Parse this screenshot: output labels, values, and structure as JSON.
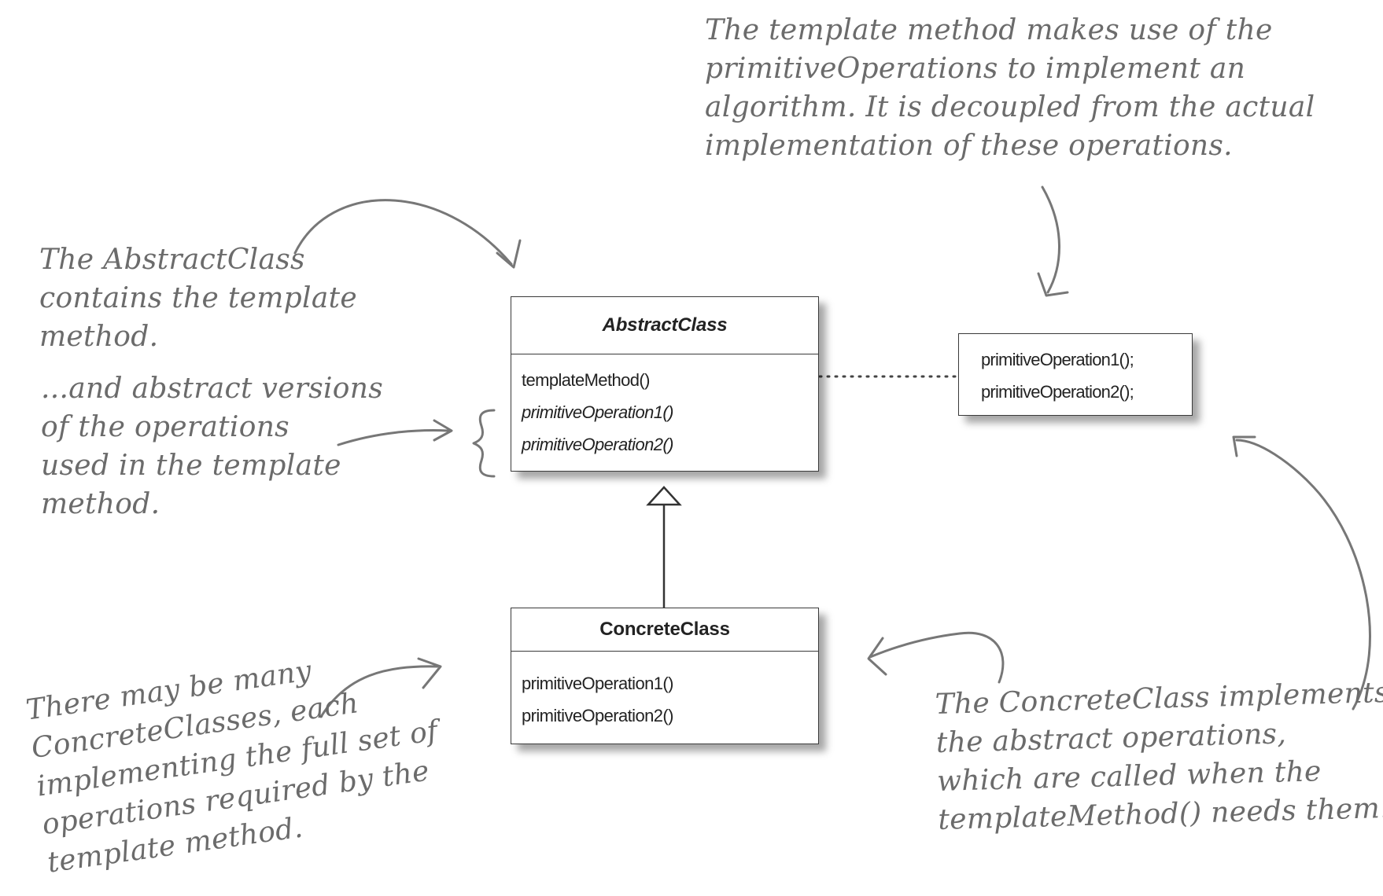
{
  "annotations": {
    "top_right": [
      "The template method makes use of the",
      "primitiveOperations to implement an",
      "algorithm. It is decoupled from the actual",
      "implementation of these operations."
    ],
    "left_top": [
      "The AbstractClass",
      "contains the template",
      "method."
    ],
    "left_middle": [
      "...and abstract versions",
      "of the operations",
      "used in the template",
      "method."
    ],
    "bottom_left": [
      "There may be many",
      "ConcreteClasses, each",
      "implementing the full set of",
      "operations required by the",
      "template method."
    ],
    "bottom_right": [
      "The ConcreteClass implements",
      "the abstract operations,",
      "which are called when the",
      "templateMethod() needs them."
    ]
  },
  "abstract_class": {
    "name": "AbstractClass",
    "operations": [
      {
        "label": "templateMethod()",
        "abstract": false
      },
      {
        "label": "primitiveOperation1()",
        "abstract": true
      },
      {
        "label": "primitiveOperation2()",
        "abstract": true
      }
    ]
  },
  "concrete_class": {
    "name": "ConcreteClass",
    "operations": [
      "primitiveOperation1()",
      "primitiveOperation2()"
    ]
  },
  "template_method_body": [
    "primitiveOperation1();",
    "primitiveOperation2();"
  ]
}
